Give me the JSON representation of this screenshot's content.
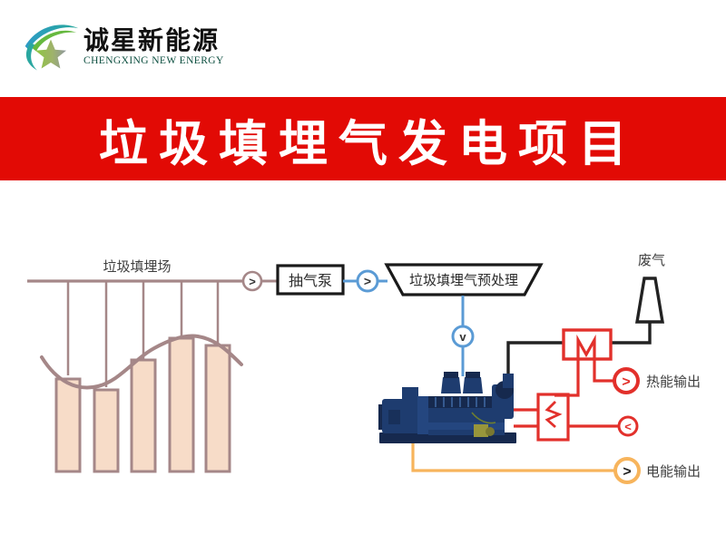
{
  "logo": {
    "name_cn": "诚星新能源",
    "name_en": "CHENGXING NEW ENERGY",
    "icon_name": "star-swoosh-logo"
  },
  "banner": {
    "title": "垃圾填埋气发电项目",
    "bg_color": "#E20A05"
  },
  "diagram": {
    "landfill_label": "垃圾填埋场",
    "pump_label": "抽气泵",
    "pretreatment_label": "垃圾填埋气预处理",
    "exhaust_label": "废气",
    "heat_output_label": "热能输出",
    "power_output_label": "电能输出",
    "arrows": {
      "a1": ">",
      "a2": ">",
      "a3": "v",
      "heat": ">",
      "return": "<",
      "power": ">"
    },
    "colors": {
      "raw_gas_line": "#A58788",
      "clean_gas_line": "#5B9BD5",
      "exhaust_line": "#222222",
      "heat_line": "#E2302B",
      "power_line": "#F7B45C",
      "engine_body": "#1E3C6F",
      "well_fill": "#F7DCC8"
    }
  }
}
